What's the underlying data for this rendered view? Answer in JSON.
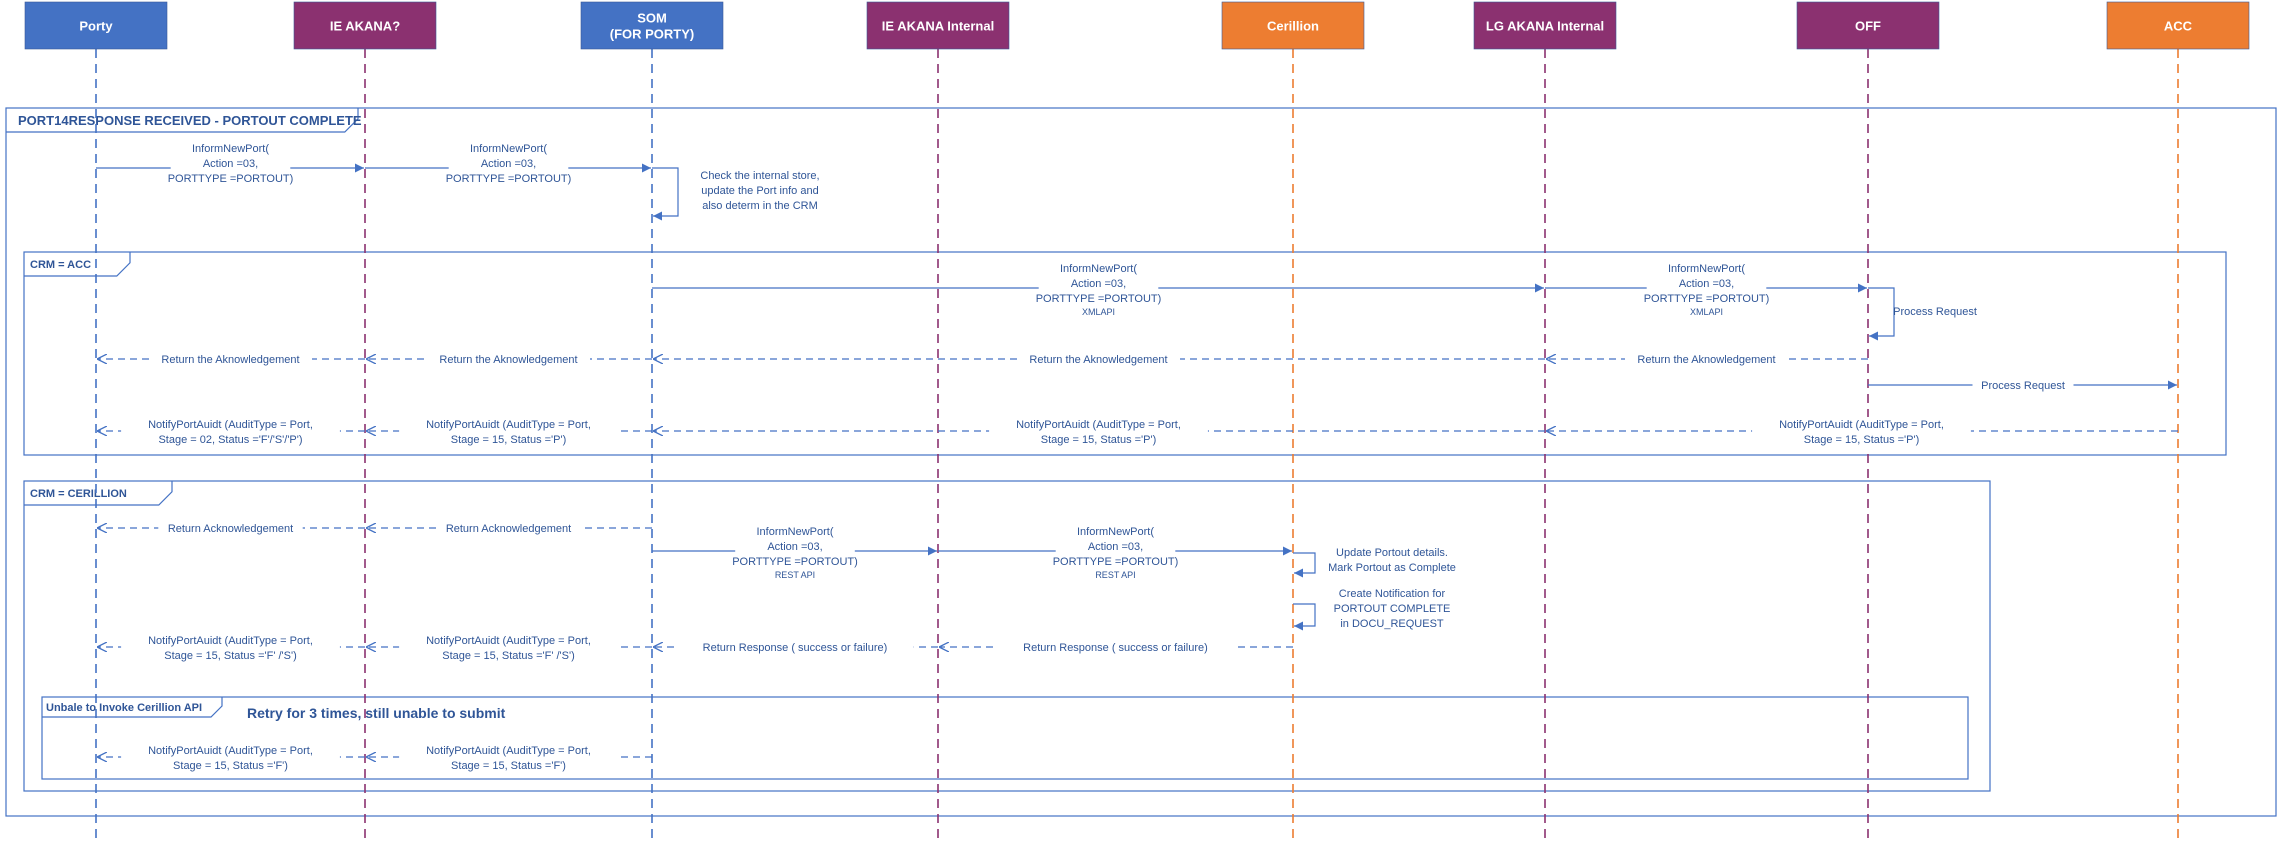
{
  "colors": {
    "blue": "#4472c4",
    "purple": "#8b3170",
    "orange": "#ed7d31",
    "line": "#4472c4",
    "text": "#2f5597"
  },
  "participants": [
    {
      "id": "porty",
      "label": [
        "Porty"
      ],
      "color": "#4472c4"
    },
    {
      "id": "ie_akana_q",
      "label": [
        "IE AKANA?"
      ],
      "color": "#8b3170"
    },
    {
      "id": "som",
      "label": [
        "SOM",
        "(FOR PORTY)"
      ],
      "color": "#4472c4"
    },
    {
      "id": "ie_akana_internal",
      "label": [
        "IE AKANA  Internal"
      ],
      "color": "#8b3170"
    },
    {
      "id": "cerillion",
      "label": [
        "Cerillion"
      ],
      "color": "#ed7d31"
    },
    {
      "id": "lg_akana_internal",
      "label": [
        "LG  AKANA Internal"
      ],
      "color": "#8b3170"
    },
    {
      "id": "off",
      "label": [
        "OFF"
      ],
      "color": "#8b3170"
    },
    {
      "id": "acc",
      "label": [
        "ACC"
      ],
      "color": "#ed7d31"
    }
  ],
  "frames": {
    "outer": {
      "title": "PORT14RESPONSE RECEIVED - PORTOUT COMPLETE"
    },
    "crm_acc": {
      "title": "CRM = ACC"
    },
    "crm_cerillion": {
      "title": "CRM = CERILLION"
    },
    "unable": {
      "title": "Unbale to Invoke Cerillion API",
      "note": "Retry for 3 times, still unable to submit"
    }
  },
  "messages": [
    {
      "id": "m1",
      "from": "porty",
      "to": "ie_akana_q",
      "style": "solid",
      "label": [
        "InformNewPort(",
        "Action =03,",
        "PORTTYPE =PORTOUT)"
      ]
    },
    {
      "id": "m2",
      "from": "ie_akana_q",
      "to": "som",
      "style": "solid",
      "label": [
        "InformNewPort(",
        "Action =03,",
        "PORTTYPE =PORTOUT)"
      ]
    },
    {
      "id": "m3",
      "from": "som",
      "to": "som",
      "style": "self",
      "label": [
        "Check the internal store,",
        "update the Port info and",
        "also determ in the CRM"
      ]
    },
    {
      "id": "m4",
      "from": "som",
      "to": "lg_akana_internal",
      "style": "solid",
      "label": [
        "InformNewPort(",
        "Action =03,",
        "PORTTYPE =PORTOUT)"
      ],
      "sublabel": "XMLAPI"
    },
    {
      "id": "m5",
      "from": "lg_akana_internal",
      "to": "off",
      "style": "solid",
      "label": [
        "InformNewPort(",
        "Action =03,",
        "PORTTYPE =PORTOUT)"
      ],
      "sublabel": "XMLAPI"
    },
    {
      "id": "m6",
      "from": "off",
      "to": "off",
      "style": "self",
      "label": [
        "Process Request"
      ]
    },
    {
      "id": "m7",
      "from": "off",
      "to": "lg_akana_internal",
      "style": "dashed",
      "label": [
        "Return the Aknowledgement"
      ]
    },
    {
      "id": "m8",
      "from": "lg_akana_internal",
      "to": "som",
      "style": "dashed",
      "label": [
        "Return the Aknowledgement"
      ]
    },
    {
      "id": "m9",
      "from": "som",
      "to": "ie_akana_q",
      "style": "dashed",
      "label": [
        "Return the Aknowledgement"
      ]
    },
    {
      "id": "m10",
      "from": "ie_akana_q",
      "to": "porty",
      "style": "dashed",
      "label": [
        "Return the Aknowledgement"
      ]
    },
    {
      "id": "m11",
      "from": "off",
      "to": "acc",
      "style": "solid",
      "label": [
        "Process Request"
      ]
    },
    {
      "id": "m12",
      "from": "acc",
      "to": "lg_akana_internal",
      "style": "dashed",
      "label": [
        "NotifyPortAuidt (AuditType = Port,",
        "Stage = 15, Status ='P')"
      ]
    },
    {
      "id": "m13",
      "from": "lg_akana_internal",
      "to": "som",
      "style": "dashed",
      "label": [
        "NotifyPortAuidt (AuditType = Port,",
        "Stage = 15, Status ='P')"
      ]
    },
    {
      "id": "m14",
      "from": "som",
      "to": "ie_akana_q",
      "style": "dashed",
      "label": [
        "NotifyPortAuidt (AuditType = Port,",
        "Stage = 15, Status ='P')"
      ]
    },
    {
      "id": "m15",
      "from": "ie_akana_q",
      "to": "porty",
      "style": "dashed",
      "label": [
        "NotifyPortAuidt (AuditType = Port,",
        "Stage = 02, Status ='F'/'S'/'P')"
      ]
    },
    {
      "id": "m16",
      "from": "som",
      "to": "ie_akana_q",
      "style": "dashed",
      "label": [
        "Return Acknowledgement"
      ]
    },
    {
      "id": "m17",
      "from": "ie_akana_q",
      "to": "porty",
      "style": "dashed",
      "label": [
        "Return Acknowledgement"
      ]
    },
    {
      "id": "m18",
      "from": "som",
      "to": "ie_akana_internal",
      "style": "solid",
      "label": [
        "InformNewPort(",
        "Action =03,",
        "PORTTYPE =PORTOUT)"
      ],
      "sublabel": "REST API"
    },
    {
      "id": "m19",
      "from": "ie_akana_internal",
      "to": "cerillion",
      "style": "solid",
      "label": [
        "InformNewPort(",
        "Action =03,",
        "PORTTYPE =PORTOUT)"
      ],
      "sublabel": "REST API"
    },
    {
      "id": "m20",
      "from": "cerillion",
      "to": "cerillion",
      "style": "self",
      "label": [
        "Update Portout details.",
        "Mark Portout as Complete"
      ]
    },
    {
      "id": "m21",
      "from": "cerillion",
      "to": "cerillion",
      "style": "self",
      "label": [
        "Create Notification for",
        "PORTOUT COMPLETE",
        "in DOCU_REQUEST"
      ]
    },
    {
      "id": "m22",
      "from": "cerillion",
      "to": "ie_akana_internal",
      "style": "dashed",
      "label": [
        "Return Response ( success or failure)"
      ]
    },
    {
      "id": "m23",
      "from": "ie_akana_internal",
      "to": "som",
      "style": "dashed",
      "label": [
        "Return Response ( success or failure)"
      ]
    },
    {
      "id": "m24",
      "from": "som",
      "to": "ie_akana_q",
      "style": "dashed",
      "label": [
        "NotifyPortAuidt (AuditType = Port,",
        "Stage = 15, Status ='F' /'S')"
      ]
    },
    {
      "id": "m25",
      "from": "ie_akana_q",
      "to": "porty",
      "style": "dashed",
      "label": [
        "NotifyPortAuidt (AuditType = Port,",
        "Stage = 15, Status ='F' /'S')"
      ]
    },
    {
      "id": "m26",
      "from": "som",
      "to": "ie_akana_q",
      "style": "dashed",
      "label": [
        "NotifyPortAuidt (AuditType = Port,",
        "Stage = 15, Status ='F')"
      ]
    },
    {
      "id": "m27",
      "from": "ie_akana_q",
      "to": "porty",
      "style": "dashed",
      "label": [
        "NotifyPortAuidt (AuditType = Port,",
        "Stage = 15, Status ='F')"
      ]
    }
  ]
}
